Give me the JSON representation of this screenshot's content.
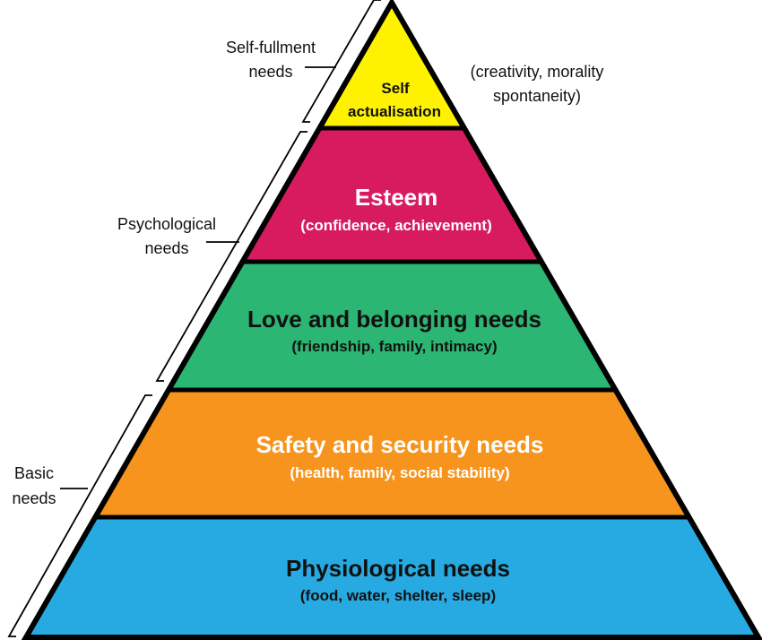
{
  "levels": [
    {
      "title_line1": "Self",
      "title_line2": "actualisation",
      "color": "#fff200",
      "text_color": "#111111"
    },
    {
      "title": "Esteem",
      "subtitle": "(confidence, achievement)",
      "color": "#d81b5e",
      "text_color": "#ffffff"
    },
    {
      "title": "Love and belonging needs",
      "subtitle": "(friendship, family, intimacy)",
      "color": "#2cb673",
      "text_color": "#111111"
    },
    {
      "title": "Safety and security needs",
      "subtitle": "(health, family, social stability)",
      "color": "#f7941d",
      "text_color": "#ffffff"
    },
    {
      "title": "Physiological needs",
      "subtitle": "(food, water, shelter, sleep)",
      "color": "#27aae1",
      "text_color": "#111111"
    }
  ],
  "side_note": {
    "line1": "(creativity, morality",
    "line2": "spontaneity)"
  },
  "groups": [
    {
      "line1": "Self-fullment",
      "line2": "needs"
    },
    {
      "line1": "Psychological",
      "line2": "needs"
    },
    {
      "line1": "Basic",
      "line2": "needs"
    }
  ]
}
